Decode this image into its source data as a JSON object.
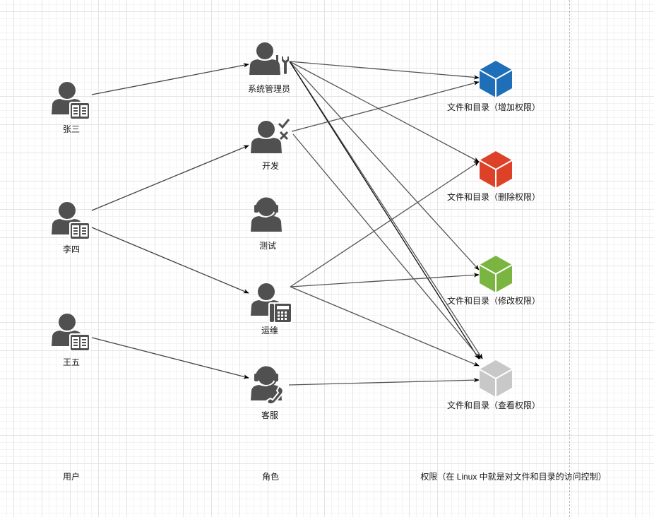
{
  "colors": {
    "icon": "#505050",
    "edge": "#555555",
    "arrow": "#000000",
    "cube_add": "#1f6fb8",
    "cube_delete": "#dd4127",
    "cube_modify": "#7ab541",
    "cube_view": "#c8c8c8"
  },
  "users": [
    {
      "id": "zhangsan",
      "label": "张三",
      "icon": "user-book-icon"
    },
    {
      "id": "lisi",
      "label": "李四",
      "icon": "user-book-icon"
    },
    {
      "id": "wangwu",
      "label": "王五",
      "icon": "user-book-icon"
    }
  ],
  "roles": [
    {
      "id": "sysadmin",
      "label": "系统管理员",
      "icon": "user-tools-icon"
    },
    {
      "id": "dev",
      "label": "开发",
      "icon": "user-check-cross-icon"
    },
    {
      "id": "test",
      "label": "测试",
      "icon": "user-headset-icon"
    },
    {
      "id": "ops",
      "label": "运维",
      "icon": "user-phone-icon"
    },
    {
      "id": "cs",
      "label": "客服",
      "icon": "user-headset-phone-icon"
    }
  ],
  "permissions": [
    {
      "id": "add",
      "label": "文件和目录（增加权限）",
      "icon": "cube-icon",
      "color_key": "cube_add"
    },
    {
      "id": "delete",
      "label": "文件和目录（删除权限）",
      "icon": "cube-icon",
      "color_key": "cube_delete"
    },
    {
      "id": "modify",
      "label": "文件和目录（修改权限）",
      "icon": "cube-icon",
      "color_key": "cube_modify"
    },
    {
      "id": "view",
      "label": "文件和目录（查看权限）",
      "icon": "cube-icon",
      "color_key": "cube_view"
    }
  ],
  "edges": [
    {
      "from": "zhangsan",
      "to": "sysadmin"
    },
    {
      "from": "lisi",
      "to": "dev"
    },
    {
      "from": "lisi",
      "to": "ops"
    },
    {
      "from": "wangwu",
      "to": "cs"
    },
    {
      "from": "sysadmin",
      "to": "add"
    },
    {
      "from": "sysadmin",
      "to": "delete"
    },
    {
      "from": "sysadmin",
      "to": "modify"
    },
    {
      "from": "sysadmin",
      "to": "view"
    },
    {
      "from": "sysadmin",
      "to": "view"
    },
    {
      "from": "dev",
      "to": "add"
    },
    {
      "from": "dev",
      "to": "view"
    },
    {
      "from": "ops",
      "to": "delete"
    },
    {
      "from": "ops",
      "to": "modify"
    },
    {
      "from": "ops",
      "to": "view"
    },
    {
      "from": "cs",
      "to": "view"
    }
  ],
  "columns": {
    "users": "用户",
    "roles": "角色",
    "permissions": "权限（在 Linux 中就是对文件和目录的访问控制）"
  }
}
